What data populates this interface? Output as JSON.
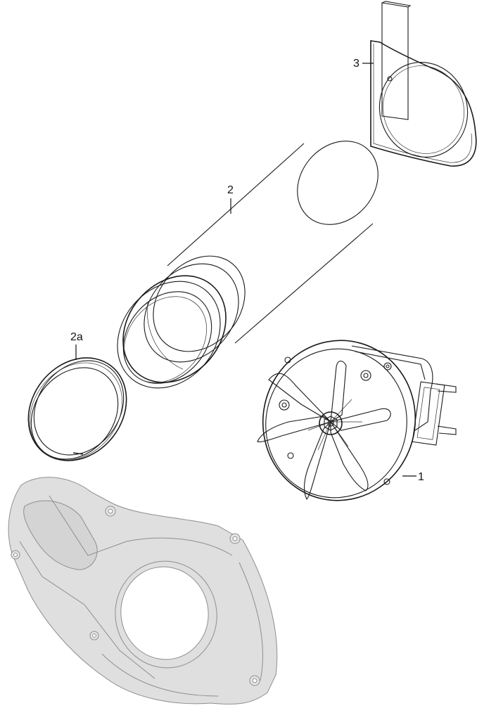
{
  "callouts": {
    "fan_motor": "1",
    "tube": "2",
    "seal_ring": "2a",
    "bracket": "3"
  },
  "colors": {
    "line": "#1a1a1a",
    "housing_fill": "#d9d9d9",
    "housing_stroke": "#8e8e8e",
    "background": "#ffffff"
  }
}
